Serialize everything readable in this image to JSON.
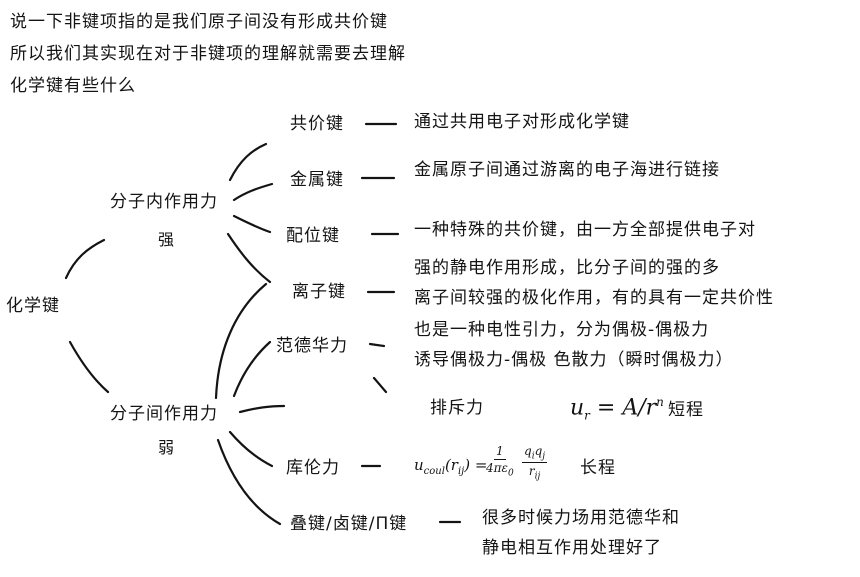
{
  "intro": {
    "line1": "说一下非键项指的是我们原子间没有形成共价键",
    "line2": "所以我们其实现在对于非键项的理解就需要去理解",
    "line3": "化学键有些什么"
  },
  "root": {
    "label": "化学键"
  },
  "groups": {
    "intra": {
      "label": "分子内作用力",
      "note": "强"
    },
    "inter": {
      "label": "分子间作用力",
      "note": "弱"
    }
  },
  "bonds": {
    "covalent": {
      "label": "共价键",
      "desc": "通过共用电子对形成化学键"
    },
    "metallic": {
      "label": "金属键",
      "desc": "金属原子间通过游离的电子海进行链接"
    },
    "coordinate": {
      "label": "配位键",
      "desc": "一种特殊的共价键，由一方全部提供电子对"
    },
    "ionic": {
      "label": "离子键",
      "desc1": "强的静电作用形成，比分子间的强的多",
      "desc2": "离子间较强的极化作用，有的具有一定共价性"
    }
  },
  "forces": {
    "vdw": {
      "label": "范德华力",
      "desc1": "也是一种电性引力，分为偶极-偶极力",
      "desc2": "诱导偶极力-偶极  色散力（瞬时偶极力）"
    },
    "repulsion": {
      "label": "排斥力",
      "formula": {
        "lhs": "u",
        "lhs_sub": "r",
        "eq": " = A/r",
        "exp": "n"
      },
      "range": "短程"
    },
    "coulomb": {
      "label": "库伦力",
      "formula": {
        "lhs": "u",
        "lhs_sub": "coul",
        "arg": "(r",
        "arg_sub": "ij",
        "arg_close": ") =",
        "f1_num": "1",
        "f1_den": "4πε",
        "f1_den_sub": "0",
        "f2_num": "q",
        "f2_num_sub1": "i",
        "f2_num_mid": "q",
        "f2_num_sub2": "j",
        "f2_den": "r",
        "f2_den_sub": "ij"
      },
      "range": "长程"
    },
    "stacking": {
      "label": "叠键/卤键/Π键",
      "desc1": "很多时候力场用范德华和",
      "desc2": "静电相互作用处理好了"
    }
  }
}
